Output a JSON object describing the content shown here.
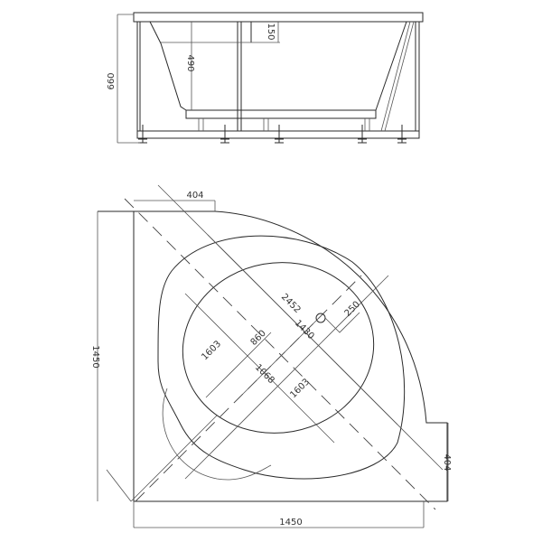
{
  "drawing": {
    "title": "Corner bathtub technical drawing",
    "side_view": {
      "labels": {
        "overall_height": "660",
        "inner_depth": "490",
        "rim_height": "150"
      }
    },
    "plan_view": {
      "labels": {
        "top_offset": "404",
        "right_offset": "404",
        "left_side": "1450",
        "bottom_side": "1450",
        "diag_length": "2452",
        "drain_offset": "250",
        "inner_length": "1603",
        "inner_width": "1603",
        "basin_width": "1068",
        "basin_depth": "1430",
        "seat_width": "860"
      }
    },
    "colors": {
      "line": "#2a2a2a",
      "background": "#ffffff"
    }
  }
}
